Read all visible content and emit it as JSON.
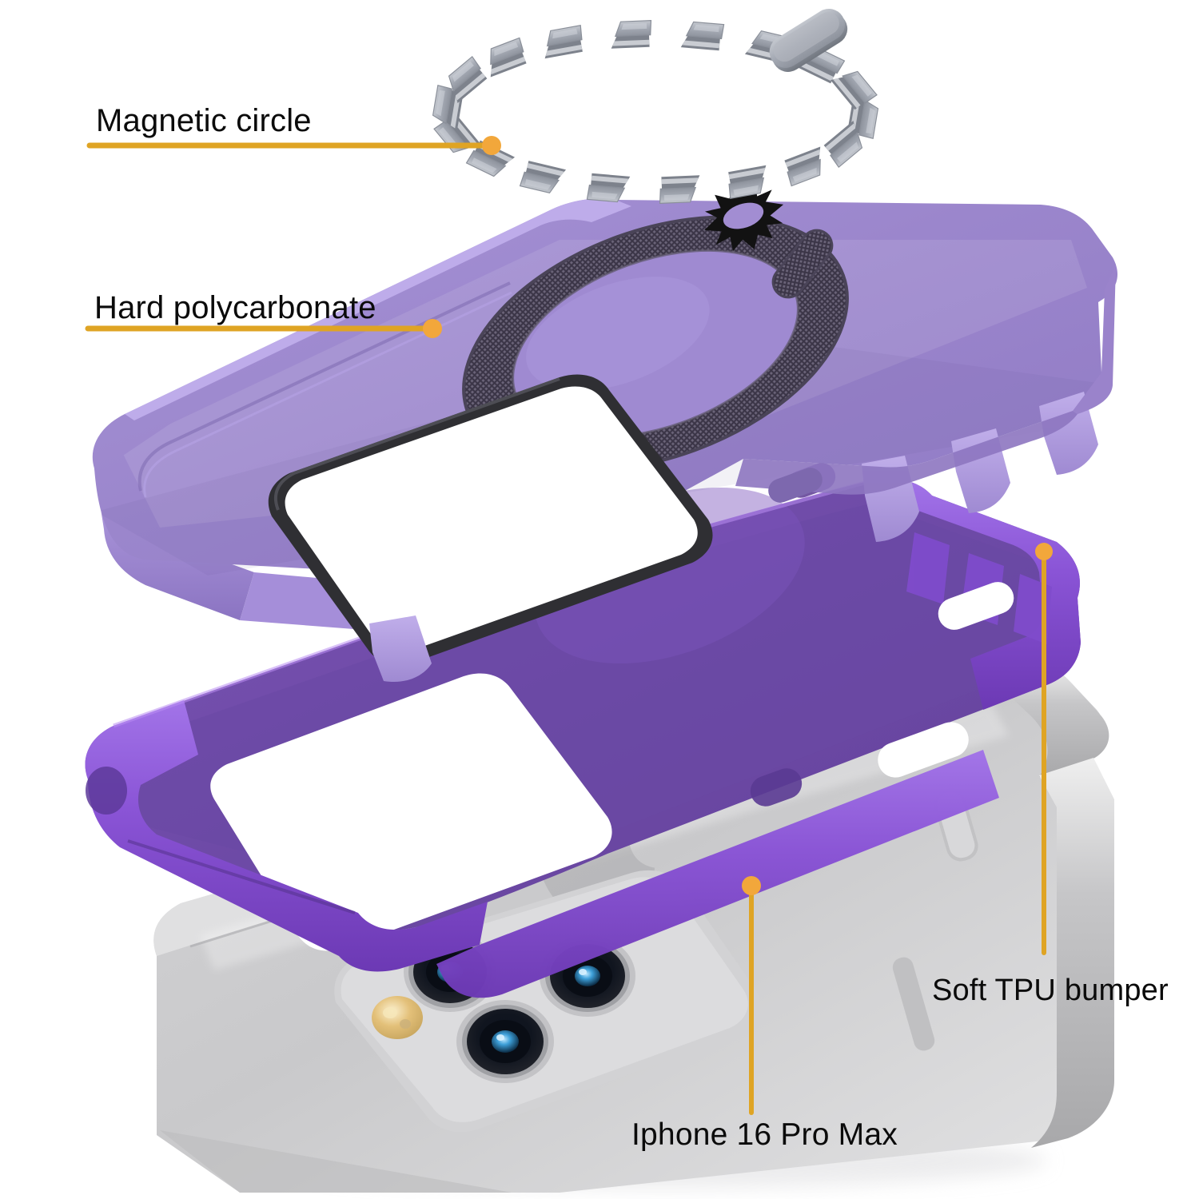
{
  "diagram": {
    "title": "Exploded view of a MagSafe-compatible phone case",
    "background_color": "#ffffff",
    "leader_color": "#dfa424",
    "leader_dot_color": "#f2a73b"
  },
  "labels": [
    {
      "id": "magnetic-circle",
      "text": "Magnetic circle",
      "leader": "horizontal-right",
      "dot": [
        615,
        182
      ]
    },
    {
      "id": "hard-polycarbonate",
      "text": "Hard polycarbonate",
      "leader": "horizontal-right",
      "dot": [
        541,
        411
      ]
    },
    {
      "id": "soft-tpu-bumper",
      "text": "Soft TPU bumper",
      "leader": "vertical-up",
      "dot": [
        1306,
        690
      ]
    },
    {
      "id": "iphone-16-pro-max",
      "text": "Iphone 16 Pro Max",
      "leader": "vertical-up",
      "dot": [
        940,
        1108
      ]
    }
  ],
  "components": {
    "magnetic_ring": {
      "name": "Magnetic circle",
      "segment_count": 18,
      "extra_magnet": "rounded-bar alignment magnet",
      "color_top": "#a9adb6",
      "color_side": "#7d828c",
      "color_highlight": "#d6d9de"
    },
    "hard_shell": {
      "name": "Hard polycarbonate",
      "color_top": "#9b86cc",
      "color_edge": "#b49fe0",
      "color_side": "#8b74c2",
      "magsafe_ring_color": "#5c5768",
      "camera_cutout_color": "#2f2f33"
    },
    "tpu_bumper": {
      "name": "Soft TPU bumper",
      "color_top": "#6f4aa8",
      "color_rail": "#8a54d6",
      "color_rail_light": "#9c6ae0"
    },
    "phone": {
      "name": "Iphone 16 Pro Max",
      "body_color": "#cfcfd1",
      "body_color_light": "#e9e9ea",
      "frame_color": "#b9b9bb",
      "logo": "apple-logo",
      "camera_lens_count": 3,
      "lens_iris_color": "#2f86c9",
      "flash_color": "#dfc27a"
    }
  }
}
